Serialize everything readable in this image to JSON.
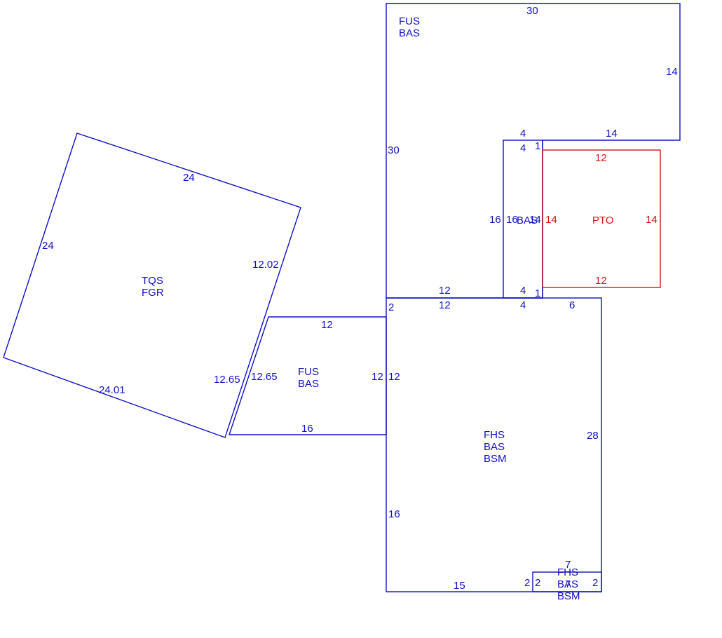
{
  "colors": {
    "structure": "#1010c0",
    "porch": "#d01818",
    "background": "#ffffff"
  },
  "areas": {
    "upper": {
      "codes": [
        "FUS",
        "BAS"
      ]
    },
    "bas_strip": {
      "code": "BAS"
    },
    "pto": {
      "code": "PTO"
    },
    "middle": {
      "codes": [
        "FUS",
        "BAS"
      ]
    },
    "garage": {
      "codes": [
        "TQS",
        "FGR"
      ]
    },
    "lower": {
      "codes": [
        "FHS",
        "BAS",
        "BSM"
      ]
    },
    "small": {
      "codes": [
        "FHS",
        "BAS",
        "BSM"
      ]
    }
  },
  "dimensions": {
    "upper_top": "30",
    "upper_right": "14",
    "upper_left": "30",
    "upper_bottom_right": "14",
    "upper_bottom_mid": "12",
    "strip_top_outer": "4",
    "strip_top_inner": "4",
    "strip_bottom_inner": "4",
    "strip_bottom_outer": "4",
    "strip_left_outer": "16",
    "strip_left_inner": "16",
    "strip_right": "14",
    "strip_one_top": "1",
    "strip_one_bottom": "1",
    "pto_top": "12",
    "pto_bottom": "12",
    "pto_left": "14",
    "pto_right": "14",
    "garage_top": "24",
    "garage_left": "24",
    "garage_right": "12.02",
    "garage_bottom": "24.01",
    "garage_right_lower": "12.65",
    "middle_top": "12",
    "middle_left": "12.65",
    "middle_right": "12",
    "middle_bottom": "16",
    "lower_top_left": "12",
    "lower_top_right": "6",
    "lower_left_top": "2",
    "lower_left_right": "12",
    "lower_right": "28",
    "lower_left": "16",
    "lower_bottom": "15",
    "lower_bottom_two": "2",
    "small_left": "2",
    "small_right": "2",
    "small_top": "7",
    "small_bottom": "7"
  }
}
